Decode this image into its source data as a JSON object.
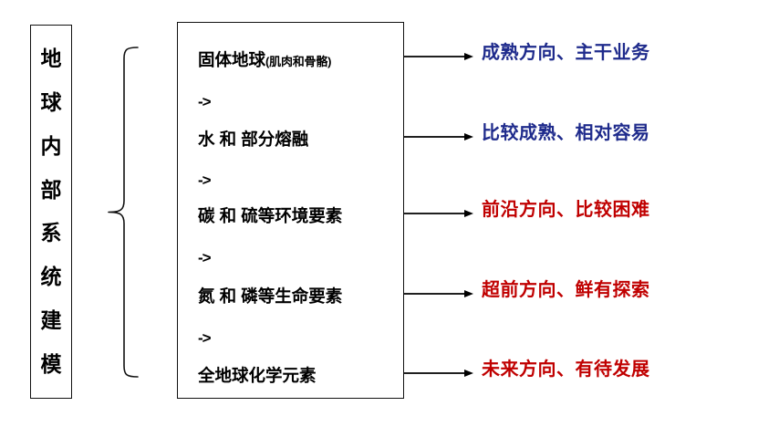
{
  "diagram": {
    "title_vertical": {
      "text": "地球内部系统建模",
      "chars": [
        "地",
        "球",
        "内",
        "部",
        "系",
        "统",
        "建",
        "模"
      ]
    },
    "brace": {
      "icon": "left-curly-brace"
    },
    "rows": [
      {
        "main": "固体地球",
        "sub": "(肌肉和骨骼)",
        "separator": "->",
        "label": "成熟方向、主干业务",
        "label_color": "#1F2B8C",
        "arrow": "right-arrow"
      },
      {
        "main": "水 和 部分熔融",
        "sub": "",
        "separator": "->",
        "label": "比较成熟、相对容易",
        "label_color": "#1F2B8C",
        "arrow": "right-arrow"
      },
      {
        "main": "碳 和 硫等环境要素",
        "sub": "",
        "separator": "->",
        "label": "前沿方向、比较困难",
        "label_color": "#C00000",
        "arrow": "right-arrow"
      },
      {
        "main": "氮 和 磷等生命要素",
        "sub": "",
        "separator": "->",
        "label": "超前方向、鲜有探索",
        "label_color": "#C00000",
        "arrow": "right-arrow"
      },
      {
        "main": "全地球化学元素",
        "sub": "",
        "separator": "",
        "label": "未来方向、有待发展",
        "label_color": "#C00000",
        "arrow": "right-arrow"
      }
    ],
    "colors": {
      "blue": "#1F2B8C",
      "red": "#C00000",
      "border": "#111111",
      "text": "#000000",
      "background": "#FFFFFF"
    }
  }
}
